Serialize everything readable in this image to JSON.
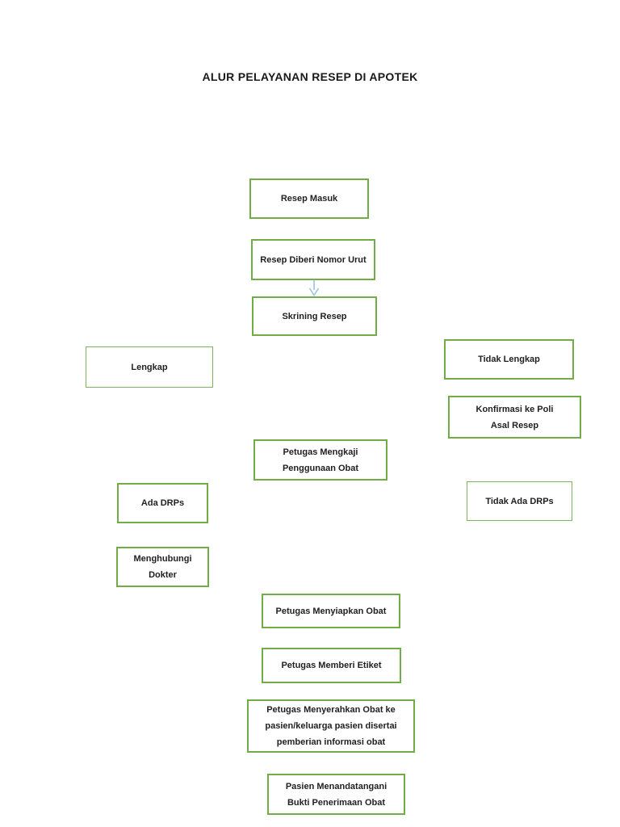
{
  "flow": {
    "title": "ALUR PELAYANAN RESEP DI APOTEK",
    "nodes": [
      {
        "id": "resep-masuk",
        "label": "Resep Masuk"
      },
      {
        "id": "resep-diberi-nomor-urut",
        "label": "Resep Diberi Nomor Urut"
      },
      {
        "id": "skrining-resep",
        "label": "Skrining Resep"
      },
      {
        "id": "lengkap",
        "label": "Lengkap"
      },
      {
        "id": "tidak-lengkap",
        "label": "Tidak Lengkap"
      },
      {
        "id": "konfirmasi-ke-poli-asal-resep",
        "label": "Konfirmasi ke Poli\nAsal Resep"
      },
      {
        "id": "petugas-mengkaji-penggunaan-obat",
        "label": "Petugas Mengkaji\nPenggunaan Obat"
      },
      {
        "id": "ada-drps",
        "label": "Ada DRPs"
      },
      {
        "id": "tidak-ada-drps",
        "label": "Tidak Ada DRPs"
      },
      {
        "id": "menghubungi-dokter",
        "label": "Menghubungi\nDokter"
      },
      {
        "id": "petugas-menyiapkan-obat",
        "label": "Petugas Menyiapkan Obat"
      },
      {
        "id": "petugas-memberi-etiket",
        "label": "Petugas Memberi Etiket"
      },
      {
        "id": "petugas-menyerahkan-obat",
        "label": "Petugas Menyerahkan Obat ke\npasien/keluarga pasien disertai\npemberian informasi obat"
      },
      {
        "id": "pasien-menandatangani-bukti",
        "label": "Pasien Menandatangani\nBukti Penerimaan Obat"
      }
    ],
    "connectors": [
      {
        "from": "resep-diberi-nomor-urut",
        "to": "skrining-resep",
        "shape": "down-arrow"
      }
    ],
    "colors": {
      "box_border": "#70AD47",
      "box_fill": "#FFFFFF",
      "text": "#1F1F1F",
      "arrow": "#9CC2E5",
      "page_background": "#FFFFFF"
    }
  }
}
